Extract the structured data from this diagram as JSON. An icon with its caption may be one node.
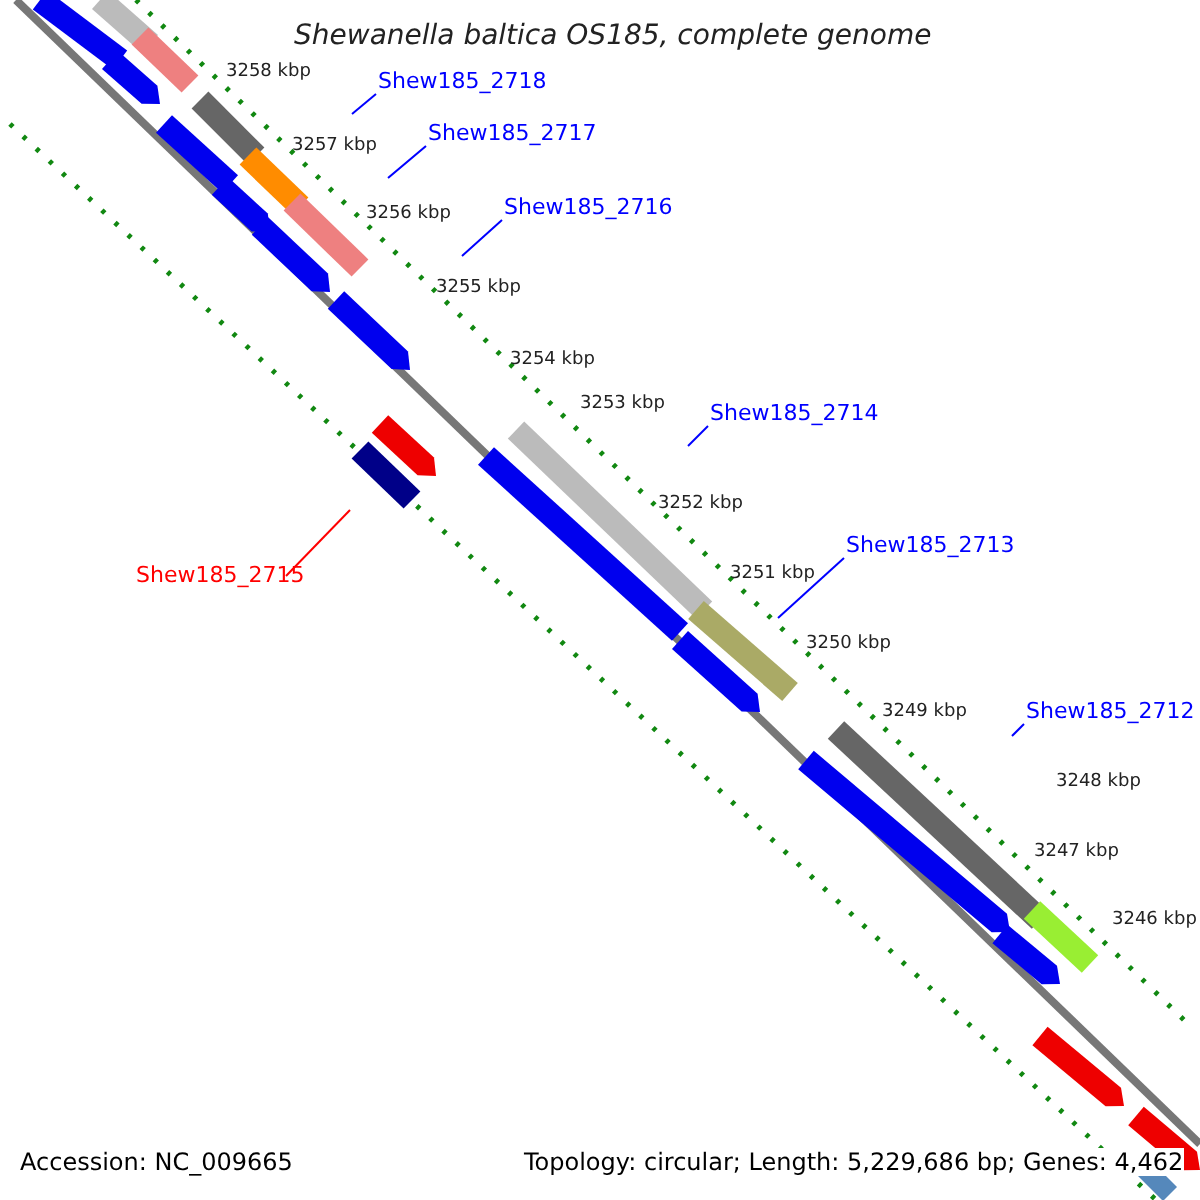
{
  "diagram": {
    "title": "Shewanella baltica OS185, complete genome",
    "nodes": [
      {
        "text": [
          "Shew185_2718"
        ]
      },
      {
        "text": [
          "Shew185_2717"
        ]
      },
      {
        "text": [
          "Shew185_2716"
        ]
      },
      {
        "text": [
          "Shew185_2715"
        ]
      },
      {
        "text": [
          "Shew185_2714"
        ]
      },
      {
        "text": [
          "Shew185_2713"
        ]
      },
      {
        "text": [
          "Shew185_2712"
        ]
      }
    ],
    "edges": [
      {
        "from": 0,
        "to": null,
        "arrow": "none"
      },
      {
        "from": 1,
        "to": null,
        "arrow": "none"
      },
      {
        "from": 2,
        "to": null,
        "arrow": "none"
      },
      {
        "from": 3,
        "to": null,
        "arrow": "none",
        "color": "#ff0000"
      },
      {
        "from": 4,
        "to": null,
        "arrow": "none"
      },
      {
        "from": 5,
        "to": null,
        "arrow": "none"
      },
      {
        "from": 6,
        "to": null,
        "arrow": "none"
      }
    ],
    "labels": [
      "3258 kbp",
      "3257 kbp",
      "3256 kbp",
      "3255 kbp",
      "3254 kbp",
      "3253 kbp",
      "3252 kbp",
      "3251 kbp",
      "3250 kbp",
      "3249 kbp",
      "3248 kbp",
      "3247 kbp",
      "3246 kbp",
      "Accession: NC_009665",
      "Topology: circular; Length: 5,229,686 bp; Genes: 4,462"
    ]
  }
}
